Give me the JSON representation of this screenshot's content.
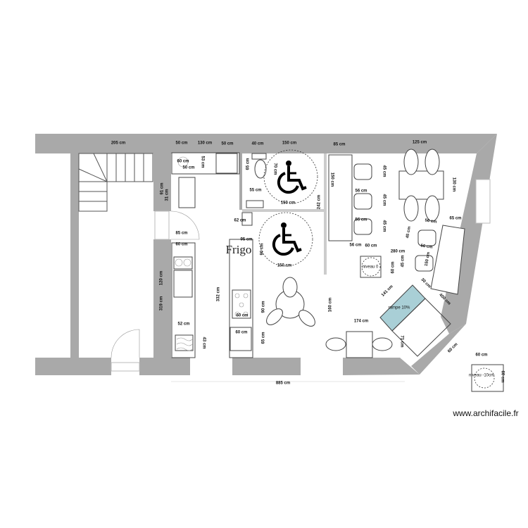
{
  "plan": {
    "labels": [
      "205 cm",
      "50 cm",
      "130 cm",
      "50 cm",
      "40 cm",
      "150 cm",
      "85 cm",
      "125 cm",
      "60 cm",
      "50 cm",
      "53 cm",
      "91 cm",
      "31 cm",
      "65 cm",
      "70 cm",
      "55 cm",
      "150 cm",
      "242 cm",
      "150 cm",
      "56 cm",
      "45 cm",
      "45 cm",
      "45 cm",
      "56 cm",
      "130 cm",
      "56 cm",
      "65 cm",
      "45 cm",
      "56 cm",
      "56 cm",
      "60 cm",
      "85 cm",
      "62 cm",
      "95 cm",
      "60 cm",
      "280 cm",
      "niveau 0",
      "60 cm",
      "45 cm",
      "150 cm",
      "30 cm",
      "141 cm",
      "rampe 10%",
      "400 cm",
      "120 cm",
      "319 cm",
      "332 cm",
      "90 cm",
      "65 cm",
      "160 cm",
      "174 cm",
      "52 cm",
      "43 cm",
      "60 cm",
      "60 cm",
      "885 cm",
      "71 cm",
      "60 cm",
      "60 cm",
      "niveau -10cm",
      "60 cm",
      "150 cm",
      "90 cm"
    ],
    "fridge_label": "Frigo",
    "ramp_color": "#a9cfd6",
    "wall_color": "#a9a9a9",
    "icons": [
      "wheelchair-accessible-icon",
      "wheelchair-accessible-icon"
    ]
  },
  "watermark": "www.archifacile.fr"
}
